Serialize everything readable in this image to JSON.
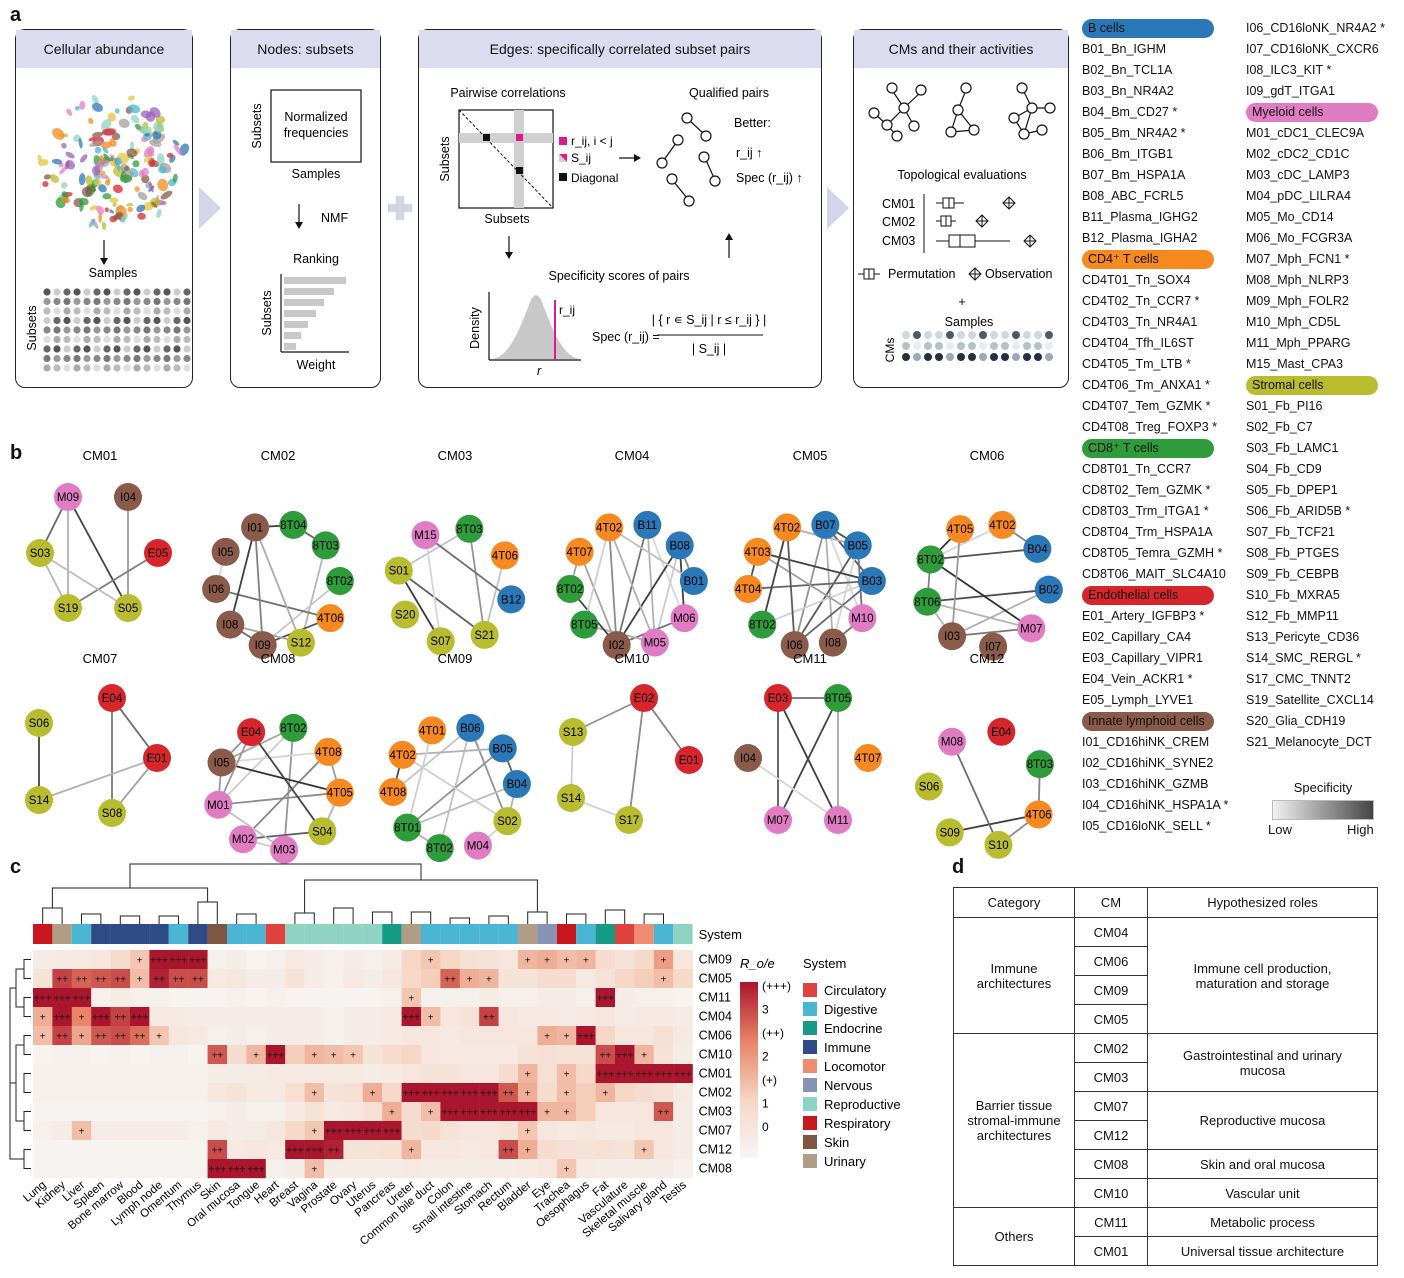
{
  "panel_labels": {
    "a": "a",
    "b": "b",
    "c": "c",
    "d": "d"
  },
  "panel_a": {
    "box1": {
      "title": "Cellular abundance",
      "samples": "Samples",
      "subsets": "Subsets"
    },
    "box2": {
      "title": "Nodes: subsets",
      "subsets": "Subsets",
      "normalized": "Normalized",
      "frequencies": "frequencies",
      "samples": "Samples",
      "nmf": "NMF",
      "ranking": "Ranking",
      "weight": "Weight"
    },
    "box3": {
      "title": "Edges: specifically correlated subset pairs",
      "pairwise": "Pairwise correlations",
      "subsets_y": "Subsets",
      "subsets_x": "Subsets",
      "leg_r": "r_ij, i < j",
      "leg_s": "S_ij",
      "leg_diag": "Diagonal",
      "qualified": "Qualified pairs",
      "better": "Better:",
      "r_up": "r_ij ↑",
      "spec_up": "Spec (r_ij) ↑",
      "specificity": "Specificity scores of pairs",
      "density": "Density",
      "r": "r",
      "rij": "r_ij",
      "spec_formula": "Spec (r_ij) =",
      "num": "| { r ∊ S_ij | r ≤ r_ij } |",
      "den": "| S_ij |"
    },
    "box4": {
      "title": "CMs and their activities",
      "topo": "Topological evaluations",
      "rows": [
        "CM01",
        "CM02",
        "CM03"
      ],
      "perm": "Permutation",
      "obs": "Observation",
      "plus": "+",
      "samples": "Samples",
      "cms": "CMs"
    }
  },
  "legend": {
    "col1": [
      {
        "type": "head",
        "text": "B cells",
        "color": "#2a78b8"
      },
      {
        "text": "B01_Bn_IGHM"
      },
      {
        "text": "B02_Bn_TCL1A"
      },
      {
        "text": "B03_Bn_NR4A2"
      },
      {
        "text": "B04_Bm_CD27 *"
      },
      {
        "text": "B05_Bm_NR4A2 *"
      },
      {
        "text": "B06_Bm_ITGB1"
      },
      {
        "text": "B07_Bm_HSPA1A"
      },
      {
        "text": "B08_ABC_FCRL5"
      },
      {
        "text": "B11_Plasma_IGHG2"
      },
      {
        "text": "B12_Plasma_IGHA2"
      },
      {
        "type": "head",
        "text": "CD4⁺ T cells",
        "color": "#f6891f"
      },
      {
        "text": "CD4T01_Tn_SOX4"
      },
      {
        "text": "CD4T02_Tn_CCR7 *"
      },
      {
        "text": "CD4T03_Tn_NR4A1"
      },
      {
        "text": "CD4T04_Tfh_IL6ST"
      },
      {
        "text": "CD4T05_Tm_LTB *"
      },
      {
        "text": "CD4T06_Tm_ANXA1 *"
      },
      {
        "text": "CD4T07_Tem_GZMK *"
      },
      {
        "text": "CD4T08_Treg_FOXP3 *"
      },
      {
        "type": "head",
        "text": "CD8⁺ T cells",
        "color": "#2e9c3a"
      },
      {
        "text": "CD8T01_Tn_CCR7"
      },
      {
        "text": "CD8T02_Tem_GZMK *"
      },
      {
        "text": "CD8T03_Trm_ITGA1 *"
      },
      {
        "text": "CD8T04_Trm_HSPA1A"
      },
      {
        "text": "CD8T05_Temra_GZMH *"
      },
      {
        "text": "CD8T06_MAIT_SLC4A10"
      },
      {
        "type": "head",
        "text": "Endothelial cells",
        "color": "#d7262b"
      },
      {
        "text": "E01_Artery_IGFBP3 *"
      },
      {
        "text": "E02_Capillary_CA4"
      },
      {
        "text": "E03_Capillary_VIPR1"
      },
      {
        "text": "E04_Vein_ACKR1 *"
      },
      {
        "text": "E05_Lymph_LYVE1"
      },
      {
        "type": "head",
        "text": "Innate lymphoid cells",
        "color": "#8a5a4a"
      },
      {
        "text": "I01_CD16hiNK_CREM"
      },
      {
        "text": "I02_CD16hiNK_SYNE2"
      },
      {
        "text": "I03_CD16hiNK_GZMB"
      },
      {
        "text": "I04_CD16hiNK_HSPA1A *"
      },
      {
        "text": "I05_CD16loNK_SELL *"
      }
    ],
    "col2": [
      {
        "text": "I06_CD16loNK_NR4A2 *"
      },
      {
        "text": "I07_CD16loNK_CXCR6"
      },
      {
        "text": "I08_ILC3_KIT *"
      },
      {
        "text": "I09_gdT_ITGA1"
      },
      {
        "type": "head",
        "text": "Myeloid cells",
        "color": "#e07cc4"
      },
      {
        "text": "M01_cDC1_CLEC9A"
      },
      {
        "text": "M02_cDC2_CD1C"
      },
      {
        "text": "M03_cDC_LAMP3"
      },
      {
        "text": "M04_pDC_LILRA4"
      },
      {
        "text": "M05_Mo_CD14"
      },
      {
        "text": "M06_Mo_FCGR3A"
      },
      {
        "text": "M07_Mph_FCN1 *"
      },
      {
        "text": "M08_Mph_NLRP3"
      },
      {
        "text": "M09_Mph_FOLR2"
      },
      {
        "text": "M10_Mph_CD5L"
      },
      {
        "text": "M11_Mph_PPARG"
      },
      {
        "text": "M15_Mast_CPA3"
      },
      {
        "type": "head",
        "text": "Stromal cells",
        "color": "#b8bc2e"
      },
      {
        "text": "S01_Fb_PI16"
      },
      {
        "text": "S02_Fb_C7"
      },
      {
        "text": "S03_Fb_LAMC1"
      },
      {
        "text": "S04_Fb_CD9"
      },
      {
        "text": "S05_Fb_DPEP1"
      },
      {
        "text": "S06_Fb_ARID5B *"
      },
      {
        "text": "S07_Fb_TCF21"
      },
      {
        "text": "S08_Fb_PTGES"
      },
      {
        "text": "S09_Fb_CEBPB"
      },
      {
        "text": "S10_Fb_MXRA5"
      },
      {
        "text": "S12_Fb_MMP11"
      },
      {
        "text": "S13_Pericyte_CD36"
      },
      {
        "text": "S14_SMC_RERGL *"
      },
      {
        "text": "S17_CMC_TNNT2"
      },
      {
        "text": "S19_Satellite_CXCL14"
      },
      {
        "text": "S20_Glia_CDH19"
      },
      {
        "text": "S21_Melanocyte_DCT"
      }
    ],
    "specificity": "Specificity",
    "low": "Low",
    "high": "High"
  },
  "colors": {
    "B": "#2a78b8",
    "4": "#f6891f",
    "8": "#2e9c3a",
    "E": "#d7262b",
    "I": "#8a5a4a",
    "M": "#e07cc4",
    "S": "#b8bc2e"
  },
  "networks": [
    {
      "title": "CM01",
      "nodes": [
        "M09",
        "I04",
        "E05",
        "S05",
        "S19",
        "S03"
      ],
      "pos": "custom1"
    },
    {
      "title": "CM02",
      "nodes": [
        "8T04",
        "8T03",
        "8T02",
        "4T06",
        "S12",
        "I09",
        "I08",
        "I06",
        "I05",
        "I01"
      ]
    },
    {
      "title": "CM03",
      "nodes": [
        "8T03",
        "4T06",
        "B12",
        "S21",
        "S07",
        "S20",
        "S01",
        "M15"
      ]
    },
    {
      "title": "CM04",
      "nodes": [
        "B11",
        "B08",
        "B01",
        "M06",
        "M05",
        "I02",
        "8T05",
        "8T02",
        "4T07",
        "4T02"
      ]
    },
    {
      "title": "CM05",
      "nodes": [
        "B07",
        "B05",
        "B03",
        "M10",
        "I08",
        "I06",
        "8T02",
        "4T04",
        "4T03",
        "4T02"
      ]
    },
    {
      "title": "CM06",
      "nodes": [
        "4T02",
        "B04",
        "B02",
        "M07",
        "I07",
        "I03",
        "8T06",
        "8T02",
        "4T05"
      ]
    },
    {
      "title": "CM07",
      "nodes": [
        "E04",
        "E01",
        "S08",
        "S14",
        "S06"
      ],
      "pos": "custom7"
    },
    {
      "title": "CM08",
      "nodes": [
        "8T02",
        "4T08",
        "4T05",
        "S04",
        "M03",
        "M02",
        "M01",
        "I05",
        "E04"
      ]
    },
    {
      "title": "CM09",
      "nodes": [
        "B06",
        "B05",
        "B04",
        "S02",
        "M04",
        "8T02",
        "8T01",
        "4T08",
        "4T02",
        "4T01"
      ]
    },
    {
      "title": "CM10",
      "nodes": [
        "E02",
        "E01",
        "S17",
        "S14",
        "S13"
      ],
      "pos": "custom10"
    },
    {
      "title": "CM11",
      "nodes": [
        "E03",
        "8T05",
        "4T07",
        "M11",
        "M07",
        "I04"
      ],
      "pos": "custom11"
    },
    {
      "title": "CM12",
      "nodes": [
        "E04",
        "8T03",
        "4T06",
        "S10",
        "S09",
        "S06",
        "M08"
      ]
    }
  ],
  "chart_data": {
    "type": "heatmap",
    "title": "R_o/e",
    "legend_ticks": [
      "(+++)",
      "3",
      "(++)",
      "2",
      "(+)",
      "1",
      "0"
    ],
    "system_label": "System",
    "systems": [
      {
        "name": "Circulatory",
        "color": "#e0433e"
      },
      {
        "name": "Digestive",
        "color": "#4bb5d4"
      },
      {
        "name": "Endocrine",
        "color": "#169b86"
      },
      {
        "name": "Immune",
        "color": "#2e4a87"
      },
      {
        "name": "Locomotor",
        "color": "#ef8d72"
      },
      {
        "name": "Nervous",
        "color": "#8794b8"
      },
      {
        "name": "Reproductive",
        "color": "#8fd3c2"
      },
      {
        "name": "Respiratory",
        "color": "#c8181e"
      },
      {
        "name": "Skin",
        "color": "#7e5642"
      },
      {
        "name": "Urinary",
        "color": "#b09d85"
      }
    ],
    "columns": [
      "Lung",
      "Kidney",
      "Liver",
      "Spleen",
      "Bone marrow",
      "Blood",
      "Lymph node",
      "Omentum",
      "Thymus",
      "Skin",
      "Oral mucosa",
      "Tongue",
      "Heart",
      "Breast",
      "Vagina",
      "Prostate",
      "Ovary",
      "Uterus",
      "Pancreas",
      "Ureter",
      "Common bile duct",
      "Colon",
      "Small intestine",
      "Stomach",
      "Rectum",
      "Bladder",
      "Eye",
      "Trachea",
      "Oesophagus",
      "Fat",
      "Vasculature",
      "Skeletal muscle",
      "Salivary gland",
      "Testis"
    ],
    "column_systems": [
      7,
      9,
      1,
      3,
      3,
      3,
      3,
      1,
      3,
      8,
      1,
      1,
      0,
      6,
      6,
      6,
      6,
      6,
      2,
      9,
      1,
      1,
      1,
      1,
      1,
      9,
      5,
      7,
      1,
      2,
      0,
      4,
      1,
      6
    ],
    "rows": [
      "CM09",
      "CM05",
      "CM11",
      "CM04",
      "CM06",
      "CM10",
      "CM01",
      "CM02",
      "CM03",
      "CM07",
      "CM12",
      "CM08"
    ],
    "values": [
      [
        0.3,
        0.4,
        0.4,
        0.5,
        0.8,
        1.2,
        3.2,
        3.3,
        3.3,
        0.2,
        0.3,
        0.1,
        0.2,
        0.4,
        0.3,
        0.2,
        0.3,
        0.2,
        0.3,
        1.0,
        1.2,
        1.0,
        0.7,
        0.6,
        0.5,
        1.4,
        1.5,
        1.3,
        1.4,
        0.8,
        0.6,
        0.9,
        1.7,
        0.5
      ],
      [
        0.6,
        2.6,
        2.3,
        2.4,
        2.5,
        1.3,
        2.9,
        2.5,
        2.5,
        0.4,
        0.5,
        0.3,
        0.3,
        0.6,
        0.3,
        0.2,
        0.4,
        0.3,
        0.5,
        0.9,
        1.1,
        2.3,
        1.5,
        1.4,
        0.6,
        0.6,
        0.8,
        0.8,
        0.4,
        0.6,
        1.0,
        1.1,
        1.3,
        0.9
      ],
      [
        3.0,
        3.0,
        3.0,
        0.2,
        0.3,
        0.2,
        0.2,
        0.1,
        0.1,
        0.1,
        0.2,
        0.1,
        0.2,
        0.1,
        0.1,
        0.1,
        0.1,
        0.1,
        0.2,
        1.2,
        0.2,
        0.2,
        0.2,
        0.3,
        0.2,
        0.2,
        0.3,
        0.3,
        0.2,
        3.0,
        0.3,
        0.2,
        0.2,
        0.1
      ],
      [
        1.5,
        3.0,
        2.0,
        3.0,
        2.6,
        3.0,
        0.4,
        0.4,
        0.3,
        0.3,
        0.3,
        0.3,
        0.3,
        0.3,
        0.3,
        0.2,
        0.3,
        0.3,
        0.4,
        3.0,
        1.3,
        0.5,
        0.6,
        2.6,
        0.5,
        0.4,
        0.4,
        0.3,
        0.4,
        0.5,
        0.3,
        0.4,
        0.4,
        0.3
      ],
      [
        1.3,
        2.6,
        1.6,
        2.4,
        2.5,
        2.2,
        1.2,
        0.5,
        0.4,
        0.2,
        0.3,
        0.2,
        0.3,
        0.3,
        0.3,
        0.2,
        0.3,
        0.3,
        0.4,
        0.5,
        0.5,
        0.4,
        0.5,
        0.5,
        0.5,
        0.5,
        1.5,
        1.4,
        3.0,
        1.0,
        0.5,
        0.5,
        0.7,
        0.4
      ],
      [
        0.1,
        0.2,
        0.2,
        0.1,
        0.2,
        0.1,
        0.2,
        0.2,
        0.1,
        2.4,
        0.8,
        1.4,
        3.0,
        1.1,
        1.4,
        1.3,
        1.2,
        0.6,
        0.8,
        1.0,
        0.5,
        0.4,
        0.4,
        0.4,
        0.4,
        0.6,
        0.7,
        0.6,
        0.6,
        2.5,
        3.0,
        1.4,
        0.6,
        0.3
      ],
      [
        0.2,
        0.2,
        0.2,
        0.2,
        0.2,
        0.2,
        0.2,
        0.2,
        0.2,
        0.3,
        0.3,
        0.3,
        0.4,
        0.4,
        0.4,
        0.4,
        0.4,
        0.3,
        0.4,
        0.5,
        0.6,
        0.6,
        0.5,
        0.5,
        0.8,
        1.4,
        0.7,
        1.3,
        0.9,
        3.0,
        3.0,
        3.0,
        3.0,
        3.0
      ],
      [
        0.2,
        0.2,
        0.2,
        0.2,
        0.2,
        0.2,
        0.2,
        0.2,
        0.2,
        0.5,
        0.6,
        0.4,
        0.4,
        0.7,
        1.3,
        0.6,
        0.7,
        1.5,
        0.9,
        3.0,
        3.0,
        3.0,
        3.0,
        3.0,
        2.4,
        1.5,
        0.8,
        1.3,
        1.1,
        1.4,
        1.0,
        0.8,
        0.7,
        0.4
      ],
      [
        0.1,
        0.1,
        0.1,
        0.1,
        0.1,
        0.1,
        0.1,
        0.1,
        0.1,
        0.2,
        0.3,
        0.2,
        0.2,
        0.4,
        0.6,
        0.4,
        0.5,
        0.7,
        1.5,
        0.8,
        1.3,
        3.0,
        3.0,
        3.0,
        3.0,
        3.0,
        1.4,
        1.4,
        1.1,
        0.5,
        0.5,
        0.5,
        2.4,
        0.3
      ],
      [
        0.2,
        0.3,
        1.3,
        0.3,
        0.3,
        0.3,
        0.3,
        0.3,
        0.2,
        0.4,
        0.3,
        0.3,
        0.5,
        0.9,
        1.2,
        3.0,
        3.0,
        3.0,
        3.0,
        0.8,
        0.9,
        0.6,
        0.5,
        0.5,
        0.6,
        1.2,
        0.5,
        0.4,
        0.5,
        0.4,
        0.4,
        0.5,
        0.5,
        0.3
      ],
      [
        0.1,
        0.1,
        0.1,
        0.1,
        0.1,
        0.1,
        0.1,
        0.1,
        0.1,
        2.5,
        0.4,
        0.5,
        0.4,
        3.0,
        3.0,
        2.9,
        0.6,
        0.6,
        0.7,
        1.4,
        0.5,
        0.5,
        0.4,
        0.5,
        2.5,
        1.5,
        0.8,
        0.7,
        0.6,
        0.7,
        0.6,
        1.2,
        0.5,
        0.3
      ],
      [
        0.1,
        0.1,
        0.1,
        0.1,
        0.1,
        0.1,
        0.1,
        0.1,
        0.1,
        3.0,
        3.0,
        3.0,
        0.2,
        0.3,
        1.3,
        0.3,
        0.3,
        0.3,
        0.3,
        0.4,
        0.3,
        0.3,
        0.3,
        0.3,
        0.3,
        0.4,
        0.5,
        1.2,
        0.4,
        0.3,
        0.3,
        0.3,
        0.3,
        0.2
      ]
    ]
  },
  "table": {
    "headers": [
      "Category",
      "CM",
      "Hypothesized roles"
    ],
    "rows": [
      {
        "cms": [
          "CM04",
          "CM06",
          "CM09",
          "CM05"
        ]
      },
      {
        "cms": [
          "CM02",
          "CM03"
        ]
      },
      {
        "cms": [
          "CM07",
          "CM12"
        ]
      },
      {
        "cms": [
          "CM08"
        ]
      },
      {
        "cms": [
          "CM10"
        ]
      },
      {
        "cms": [
          "CM11"
        ]
      },
      {
        "cms": [
          "CM01"
        ]
      }
    ],
    "categories": [
      "Immune architectures",
      "Barrier tissue stromal-immune architectures",
      "Others"
    ],
    "roles": [
      "Immune cell production, maturation and storage",
      "Gastrointestinal and urinary mucosa",
      "Reproductive mucosa",
      "Skin and oral mucosa",
      "Vascular unit",
      "Metabolic process",
      "Universal tissue architecture"
    ]
  }
}
